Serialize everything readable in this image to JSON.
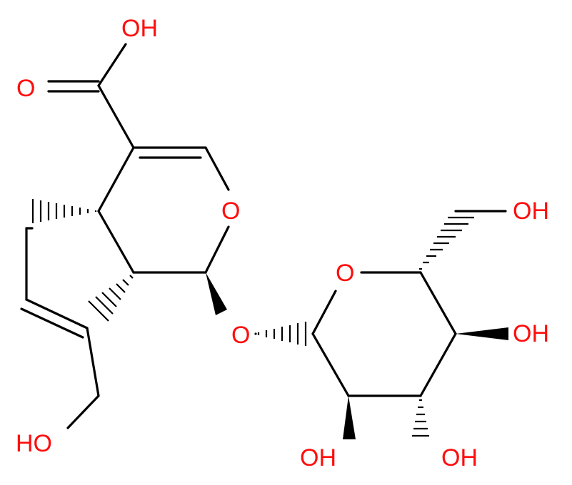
{
  "atom_color": "#ff0d0d",
  "bond_color": "#000000",
  "labels": {
    "cooh_oh": "OH",
    "cooh_o": "O",
    "ring_o": "O",
    "glycosidic_o": "O",
    "sugar_ring_o": "O",
    "c6_oh": "OH",
    "c4_oh": "OH",
    "c2_oh": "OH",
    "c3_oh": "OH",
    "ch2oh_ho": "HO"
  }
}
